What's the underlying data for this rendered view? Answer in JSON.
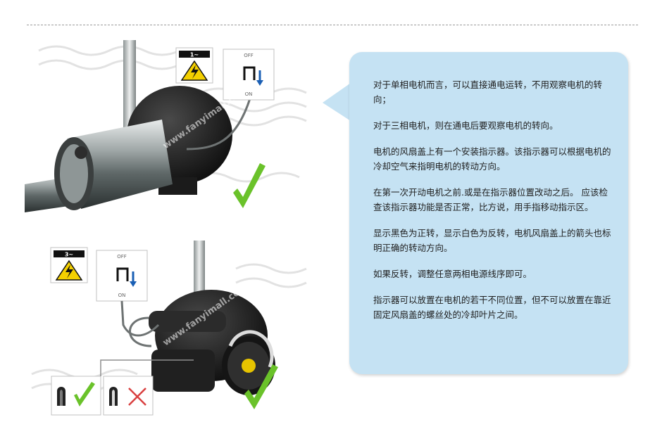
{
  "upper_diagram": {
    "phase_label": "1~",
    "indicator_off": "OFF",
    "indicator_on": "ON"
  },
  "lower_diagram": {
    "phase_label": "3~",
    "indicator_off": "OFF",
    "indicator_on": "ON"
  },
  "watermark": "www.fanyimall.com",
  "colors": {
    "bubble": "#c5e2f3",
    "check": "#6ac22a",
    "cross": "#d94040",
    "arrow": "#1a5fb4"
  },
  "instructions": {
    "paragraphs": [
      "对于单相电机而言，可以直接通电运转，不用观察电机的转向；",
      "对于三相电机，则在通电后要观察电机的转向。",
      "电机的风扇盖上有一个安装指示器。该指示器可以根据电机的冷却空气来指明电机的转动方向。",
      "在第一次开动电机之前.或是在指示器位置改动之后。 应该检查该指示器功能是否正常，比方说，用手指移动指示区。",
      "显示黑色为正转，显示白色为反转，电机风扇盖上的箭头也标明正确的转动方向。",
      "如果反转，调整任意两相电源线序即可。",
      "指示器可以放置在电机的若干不同位置，但不可以放置在靠近固定风扇盖的螺丝处的冷却叶片之间。"
    ]
  }
}
